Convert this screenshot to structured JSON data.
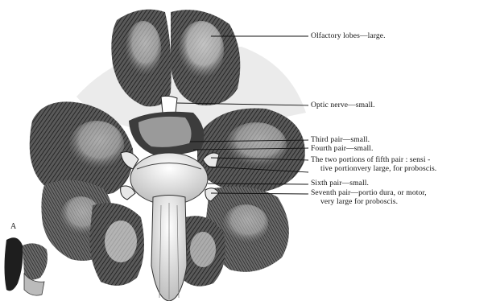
{
  "figure": {
    "corner_letter": "A",
    "colors": {
      "ink": "#111111",
      "paper": "#ffffff",
      "shade": "#3a3a3a"
    }
  },
  "labels": [
    {
      "id": "olfactory",
      "text": "Olfactory lobes—large."
    },
    {
      "id": "optic",
      "text": "Optic nerve—small."
    },
    {
      "id": "third",
      "text": "Third pair—small."
    },
    {
      "id": "fourth",
      "text": "Fourth pair—small."
    },
    {
      "id": "fifth_a",
      "text": "The two portions of fifth pair : sensi -"
    },
    {
      "id": "fifth_b",
      "text": "tive portionvery large, for proboscis."
    },
    {
      "id": "sixth",
      "text": "Sixth pair—small."
    },
    {
      "id": "seventh_a",
      "text": "Seventh pair—portio dura, or motor,"
    },
    {
      "id": "seventh_b",
      "text": "very large for proboscis."
    }
  ]
}
